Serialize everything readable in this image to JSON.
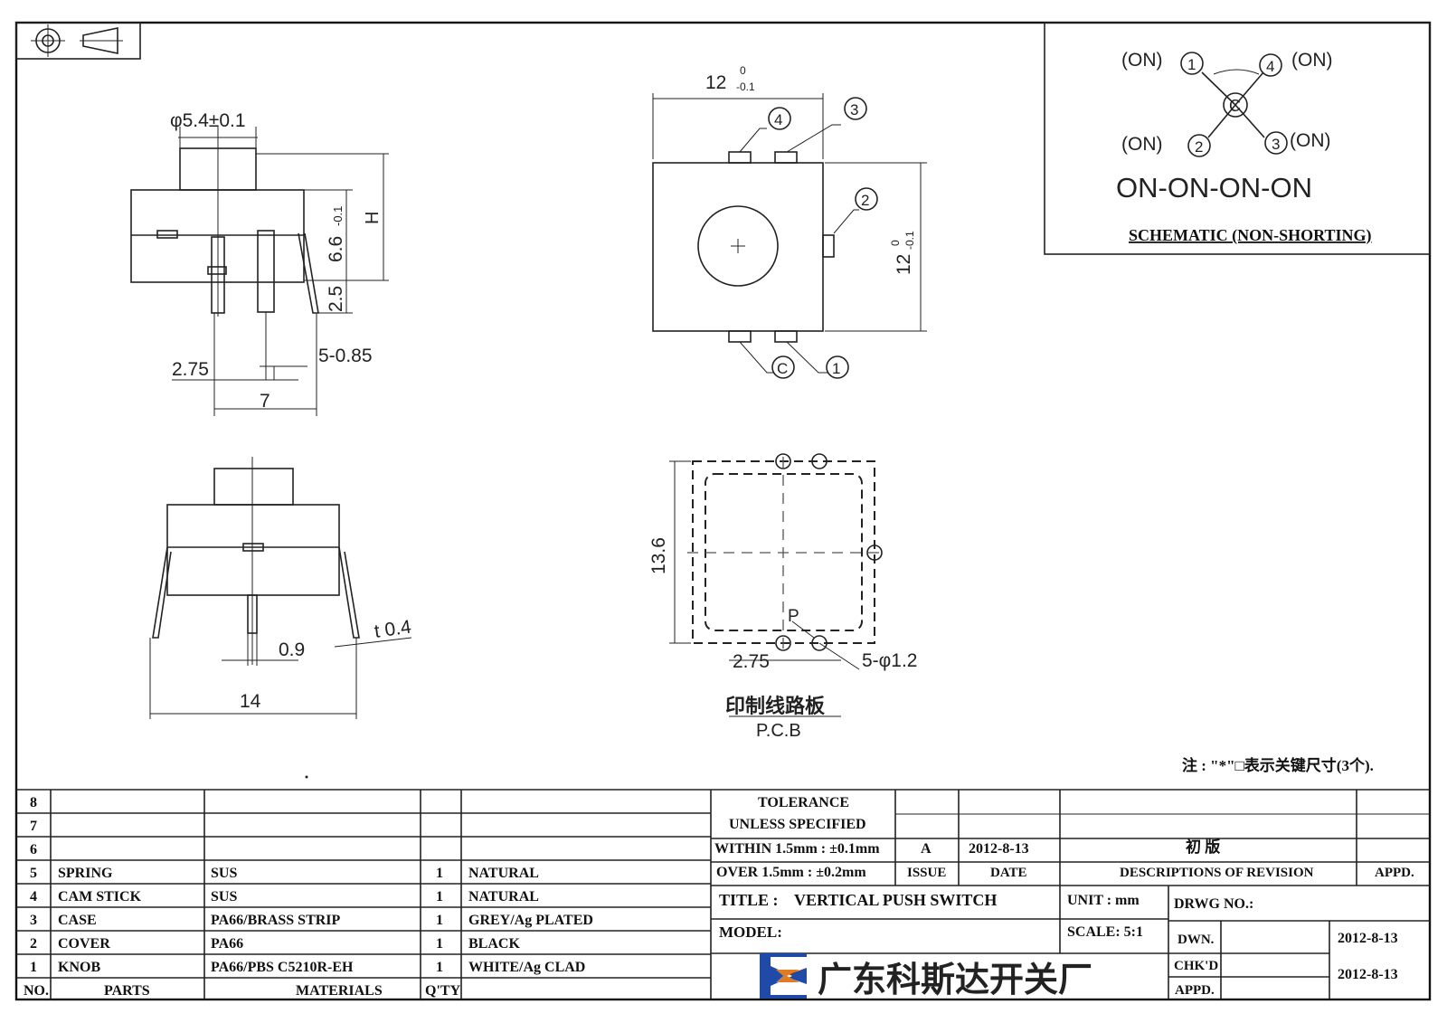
{
  "dimensions": {
    "knob_diameter": "φ5.4±0.1",
    "height_label": "H",
    "body_height": "6.6",
    "body_height_tol": "-0.1",
    "pin_length": "2.5",
    "pin_width": "5-0.85",
    "pin_offset": "2.75",
    "pin_span": "7",
    "width_12": "12",
    "tol_upper": "0",
    "tol_lower": "-0.1",
    "height_12": "12",
    "thickness": "t 0.4",
    "pin_gap": "0.9",
    "total_width": "14",
    "pcb_size": "13.6",
    "pcb_offset": "2.75",
    "pcb_hole": "5-φ1.2",
    "pcb_p": "P",
    "pcb_cn": "印制线路板",
    "pcb_en": "P.C.B"
  },
  "pins": {
    "c": "C",
    "p1": "1",
    "p2": "2",
    "p3": "3",
    "p4": "4"
  },
  "schematic": {
    "on_label": "(ON)",
    "mode": "ON-ON-ON-ON",
    "title": "SCHEMATIC (NON-SHORTING)"
  },
  "note": "注 : \"*\"□表示关键尺寸(3个).",
  "parts_table": {
    "rows": [
      {
        "no": "8",
        "part": "",
        "material": "",
        "qty": "",
        "finish": ""
      },
      {
        "no": "7",
        "part": "",
        "material": "",
        "qty": "",
        "finish": ""
      },
      {
        "no": "6",
        "part": "",
        "material": "",
        "qty": "",
        "finish": ""
      },
      {
        "no": "5",
        "part": "SPRING",
        "material": "SUS",
        "qty": "1",
        "finish": "NATURAL"
      },
      {
        "no": "4",
        "part": "CAM STICK",
        "material": "SUS",
        "qty": "1",
        "finish": "NATURAL"
      },
      {
        "no": "3",
        "part": "CASE",
        "material": "PA66/BRASS STRIP",
        "qty": "1",
        "finish": "GREY/Ag PLATED"
      },
      {
        "no": "2",
        "part": "COVER",
        "material": "PA66",
        "qty": "1",
        "finish": "BLACK"
      },
      {
        "no": "1",
        "part": "KNOB",
        "material": "PA66/PBS C5210R-EH",
        "qty": "1",
        "finish": "WHITE/Ag CLAD"
      }
    ],
    "headers": {
      "no": "NO.",
      "parts": "PARTS",
      "materials": "MATERIALS",
      "qty": "Q'TY"
    }
  },
  "title_block": {
    "tolerance_1": "TOLERANCE",
    "tolerance_2": "UNLESS   SPECIFIED",
    "tolerance_3": "WITHIN 1.5mm : ±0.1mm",
    "tolerance_4": "OVER 1.5mm : ±0.2mm",
    "rev_issue": "A",
    "rev_date": "2012-8-13",
    "rev_desc": "初  版",
    "h_issue": "ISSUE",
    "h_date": "DATE",
    "h_desc": "DESCRIPTIONS OF REVISION",
    "h_appd": "APPD.",
    "title_label": "TITLE :",
    "title_value": "VERTICAL PUSH SWITCH",
    "unit": "UNIT :  mm",
    "drwg_no": "DRWG NO.:",
    "model": "MODEL:",
    "scale": "SCALE:  5:1",
    "dwn": "DWN.",
    "dwn_date": "2012-8-13",
    "chkd": "CHK'D",
    "chkd_date": "2012-8-13",
    "appd": "APPD.",
    "company": "广东科斯达开关厂"
  },
  "colors": {
    "logo_blue": "#1f4aa8",
    "logo_orange": "#e07b22",
    "line": "#222222"
  }
}
